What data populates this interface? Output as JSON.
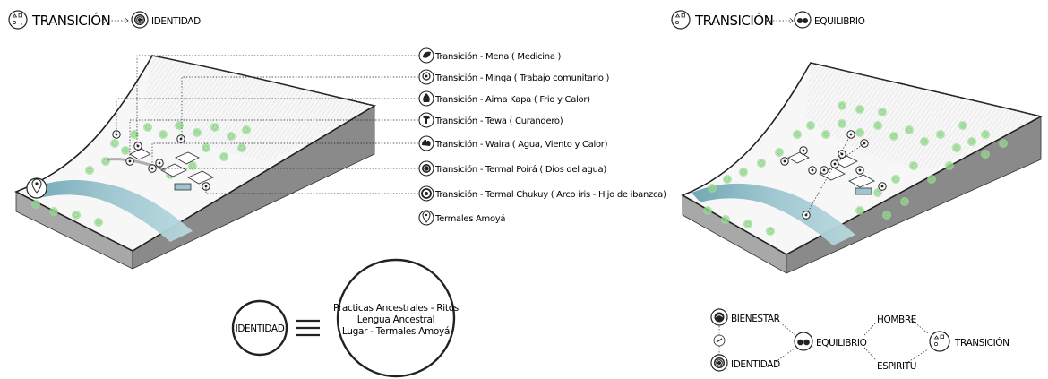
{
  "left_header": {
    "title": "TRANSICIÓN",
    "target": "IDENTIDAD"
  },
  "right_header": {
    "title": "TRANSICIÓN",
    "target": "EQUILIBRIO"
  },
  "legend": [
    {
      "icon": "leaf-icon",
      "label": "Transición - Mena ( Medicina )"
    },
    {
      "icon": "community-icon",
      "label": "Transición - Minga ( Trabajo comunitario )"
    },
    {
      "icon": "fire-icon",
      "label": "Transición - Aima Kapa ( Frio y Calor)"
    },
    {
      "icon": "healer-icon",
      "label": "Transición - Tewa ( Curandero)"
    },
    {
      "icon": "wind-icon",
      "label": "Transición - Waira ( Agua, Viento y Calor)"
    },
    {
      "icon": "water-god-icon",
      "label": "Transición - Termal Poirá ( Dios del agua)"
    },
    {
      "icon": "rainbow-icon",
      "label": "Transición - Termal Chukuy ( Arco iris - Hijo de ibanzca)"
    },
    {
      "icon": "location-pin-icon",
      "label": "Termales Amoyá"
    }
  ],
  "identity_equation": {
    "term": "IDENTIDAD",
    "definition": [
      "Practicas Ancestrales - Ritos",
      "Lengua Ancestral",
      "Lugar - Termales Amoyá"
    ]
  },
  "balance_diagram": {
    "bienestar": "BIENESTAR",
    "identidad": "IDENTIDAD",
    "equilibrio": "EQUILIBRIO",
    "hombre": "HOMBRE",
    "espiritu": "ESPIRITU",
    "transicion": "TRANSICIÓN"
  },
  "colors": {
    "river": "#7fb1bd",
    "vegetation": "#8fd48a",
    "terrain_side": "#9a9a9a",
    "ink": "#222222"
  }
}
